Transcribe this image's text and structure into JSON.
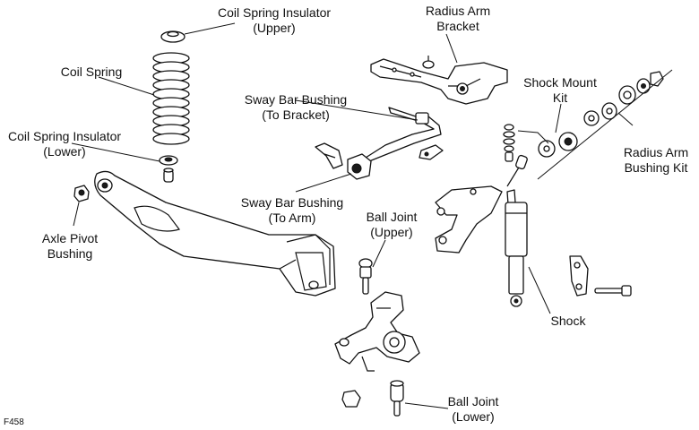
{
  "labels": {
    "coil_spring_insulator_upper": [
      "Coil Spring Insulator",
      "(Upper)"
    ],
    "coil_spring": [
      "Coil Spring"
    ],
    "coil_spring_insulator_lower": [
      "Coil Spring Insulator",
      "(Lower)"
    ],
    "axle_pivot_bushing": [
      "Axle Pivot",
      "Bushing"
    ],
    "radius_arm_bracket": [
      "Radius Arm",
      "Bracket"
    ],
    "sway_bar_bushing_bracket": [
      "Sway Bar Bushing",
      "(To Bracket)"
    ],
    "sway_bar_bushing_arm": [
      "Sway Bar Bushing",
      "(To Arm)"
    ],
    "ball_joint_upper": [
      "Ball Joint",
      "(Upper)"
    ],
    "shock_mount_kit": [
      "Shock Mount",
      "Kit"
    ],
    "radius_arm_bushing_kit": [
      "Radius Arm",
      "Bushing Kit"
    ],
    "shock": [
      "Shock"
    ],
    "ball_joint_lower": [
      "Ball Joint",
      "(Lower)"
    ]
  },
  "figure_id": "F458"
}
